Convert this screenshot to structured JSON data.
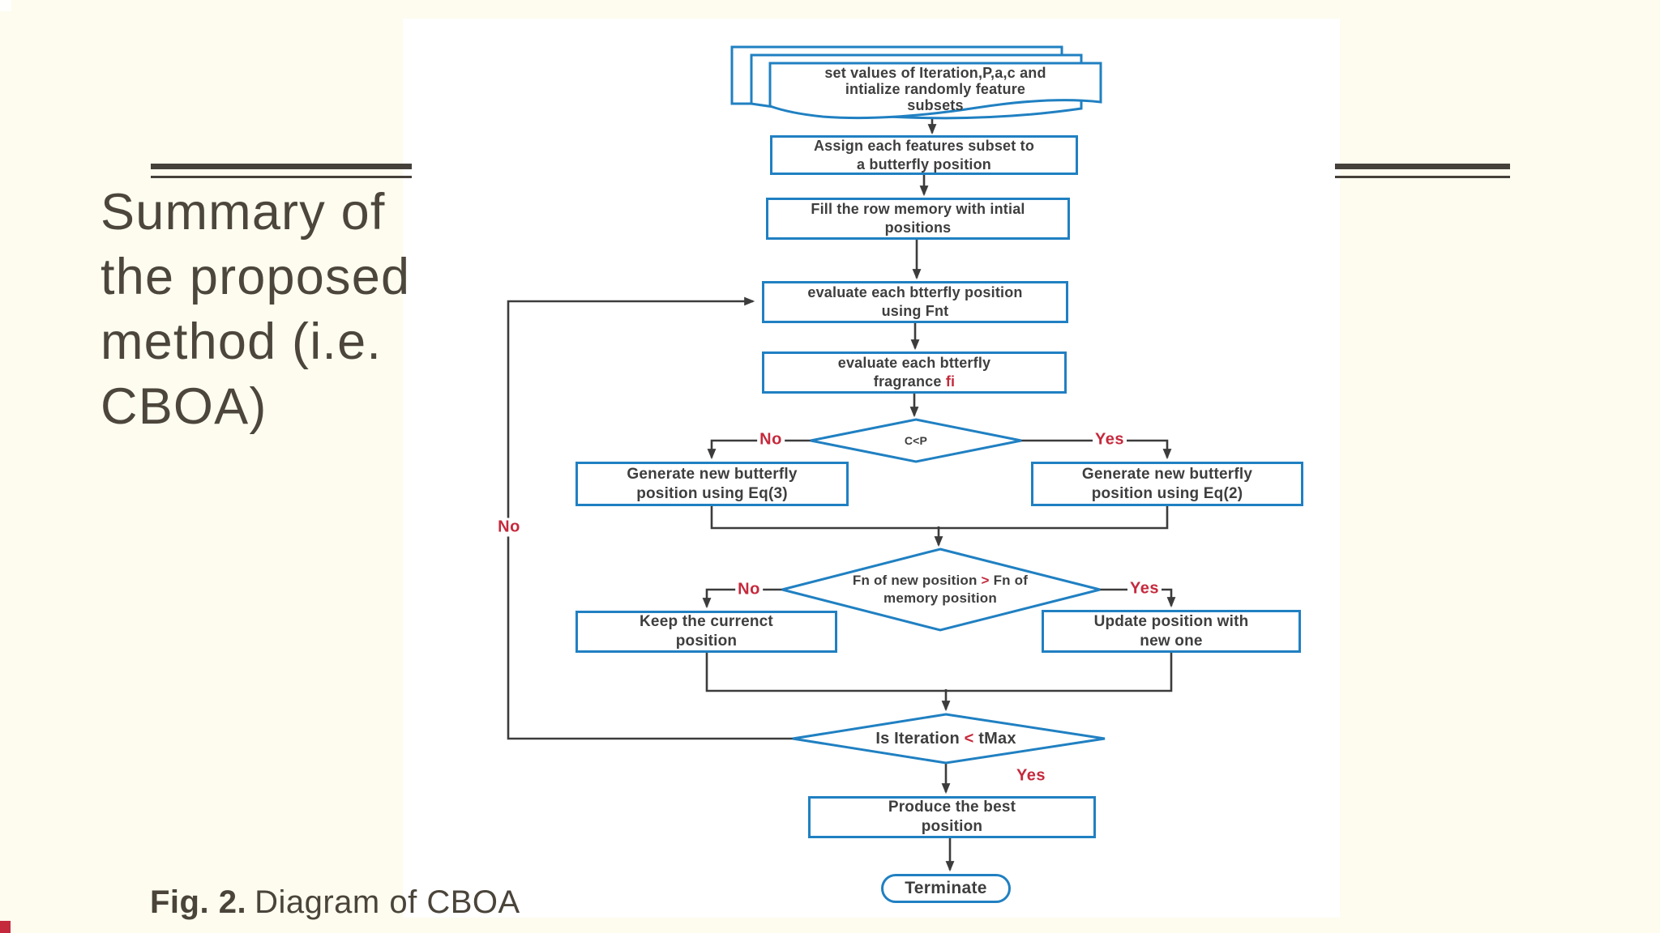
{
  "slide": {
    "title": {
      "line1": "Summary of",
      "line2": "the proposed",
      "line3": "method (i.e.",
      "line4": "CBOA)"
    },
    "caption": {
      "label": "Fig. 2.",
      "text": "Diagram of CBOA"
    }
  },
  "colors": {
    "slide_bg": "#fdfcef",
    "panel_bg": "#ffffff",
    "accent_blue": "#2080c2",
    "label_red": "#c5293c",
    "line_dark": "#3c3c3c",
    "title_text": "#4c463c",
    "node_text": "#3e3e3e"
  },
  "flowchart": {
    "init": {
      "line1": "set values of Iteration,P,a,c and",
      "line2": "intialize randomly feature",
      "line3": "subsets"
    },
    "assign": {
      "line1": "Assign each features subset to",
      "line2": "a butterfly position"
    },
    "fill_memory": {
      "line1": "Fill the row memory with intial",
      "line2": "positions"
    },
    "eval_position": {
      "line1": "evaluate each btterfly position",
      "line2": "using Fnt"
    },
    "eval_fragrance": {
      "line1": "evaluate each btterfly",
      "line2_pre": "fragrance ",
      "line2_red": "fi"
    },
    "decision_cp": {
      "text": "C<P",
      "no": "No",
      "yes": "Yes"
    },
    "generate_eq3": {
      "line1": "Generate new butterfly",
      "line2": "position using Eq(3)"
    },
    "generate_eq2": {
      "line1": "Generate new butterfly",
      "line2": "position using Eq(2)"
    },
    "decision_fn": {
      "line1_pre": "Fn of new position ",
      "line1_red": ">",
      "line1_post": " Fn of",
      "line2": "memory position",
      "no": "No",
      "yes": "Yes"
    },
    "keep": {
      "line1": "Keep the currenct",
      "line2": "position"
    },
    "update": {
      "line1": "Update position with",
      "line2": "new one"
    },
    "decision_iter": {
      "pre": "Is Iteration ",
      "red": "<",
      "post": " tMax",
      "no": "No",
      "yes": "Yes"
    },
    "produce": {
      "line1": "Produce the best",
      "line2": "position"
    },
    "terminate": {
      "text": "Terminate"
    }
  }
}
